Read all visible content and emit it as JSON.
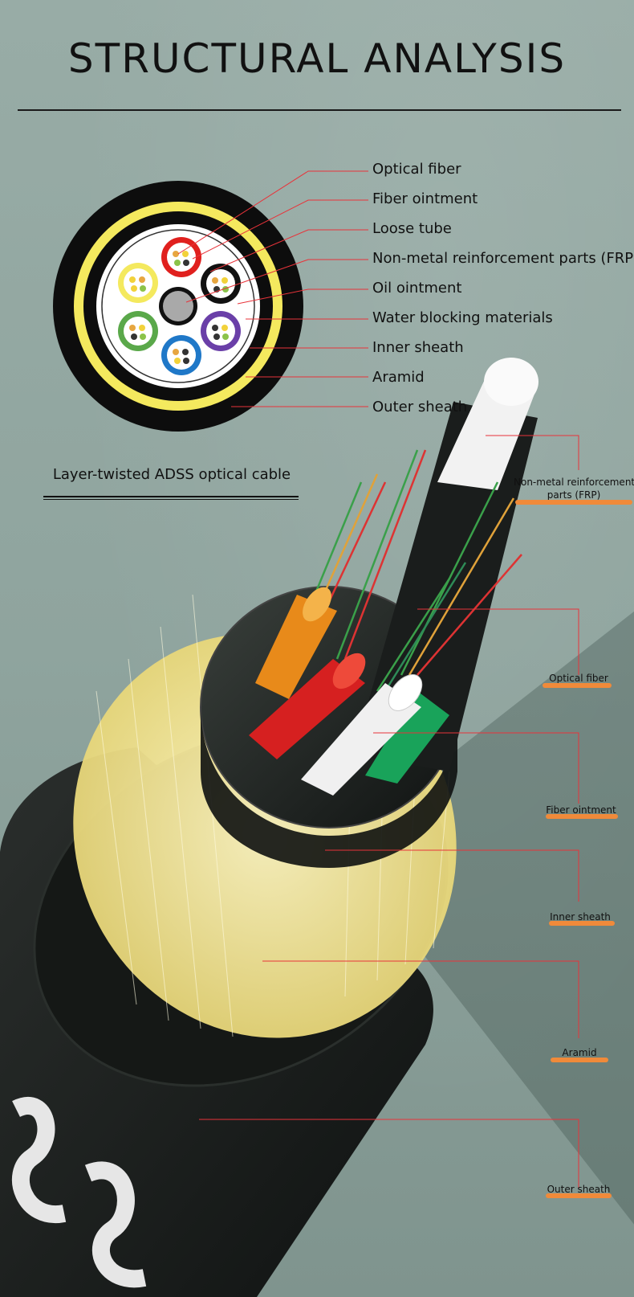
{
  "title": "STRUCTURAL ANALYSIS",
  "cross_section": {
    "labels": [
      "Optical fiber",
      "Fiber ointment",
      "Loose tube",
      "Non-metal reinforcement parts (FRP)",
      "Oil ointment",
      "Water blocking materials",
      "Inner sheath",
      "Aramid",
      "Outer sheath"
    ]
  },
  "caption": "Layer-twisted ADSS optical cable",
  "cutaway": {
    "tags": [
      {
        "line1": "Non-metal reinforcement",
        "line2": "parts (FRP)"
      },
      {
        "line1": "Optical fiber"
      },
      {
        "line1": "Fiber ointment"
      },
      {
        "line1": "Inner sheath"
      },
      {
        "line1": "Aramid"
      },
      {
        "line1": "Outer sheath"
      }
    ]
  },
  "colors": {
    "leader_line": "#e8333a",
    "tag_bar": "#f08a3a",
    "outer_sheath": "#111111",
    "aramid": "#f2e98a"
  }
}
